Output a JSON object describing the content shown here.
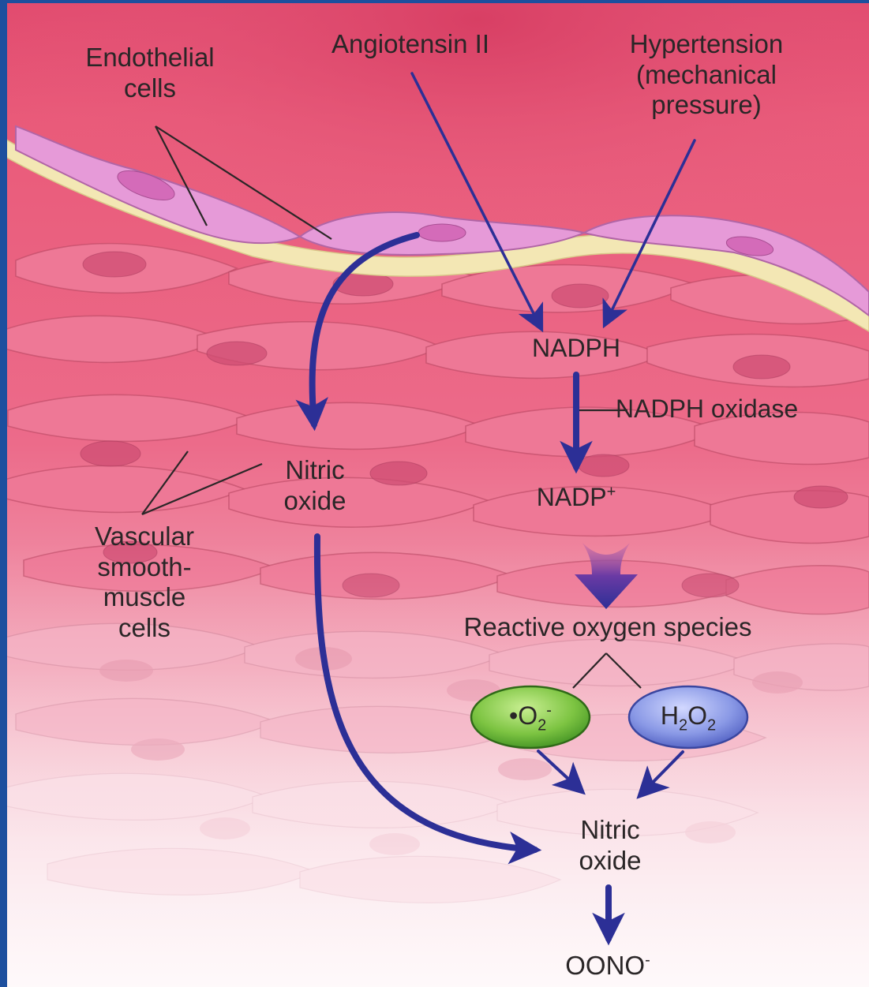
{
  "labels": {
    "endothelial_cells": "Endothelial\ncells",
    "angiotensin": "Angiotensin II",
    "hypertension": "Hypertension\n(mechanical\npressure)",
    "nadph": "NADPH",
    "nadph_oxidase": "NADPH oxidase",
    "nadp": "NADP",
    "nadp_sup": "+",
    "nitric_oxide_left": "Nitric\noxide",
    "vascular_smooth_muscle": "Vascular\nsmooth-\nmuscle\ncells",
    "reactive_oxygen_species": "Reactive oxygen species",
    "superoxide_prefix": "•O",
    "superoxide_sub": "2",
    "superoxide_sup": "-",
    "peroxide_h": "H",
    "peroxide_sub1": "2",
    "peroxide_o": "O",
    "peroxide_sub2": "2",
    "nitric_oxide_right": "Nitric\noxide",
    "peroxynitrite": "OONO",
    "peroxynitrite_sup": "-"
  },
  "colors": {
    "arrow": "#2c2f96",
    "pointer_line": "#2a2627",
    "lumen": "#e0486c",
    "muscle_cell": "#ea6b8b",
    "muscle_nucleus": "#d04e74",
    "endothelium": "#e69ad8",
    "basement_membrane": "#f3e7b4",
    "superoxide_fill": "#7dc442",
    "peroxide_fill": "#7f8fe0",
    "frame": "#1d4f9e"
  },
  "icons": [
    "nucleus-icon",
    "arrowhead-icon"
  ]
}
